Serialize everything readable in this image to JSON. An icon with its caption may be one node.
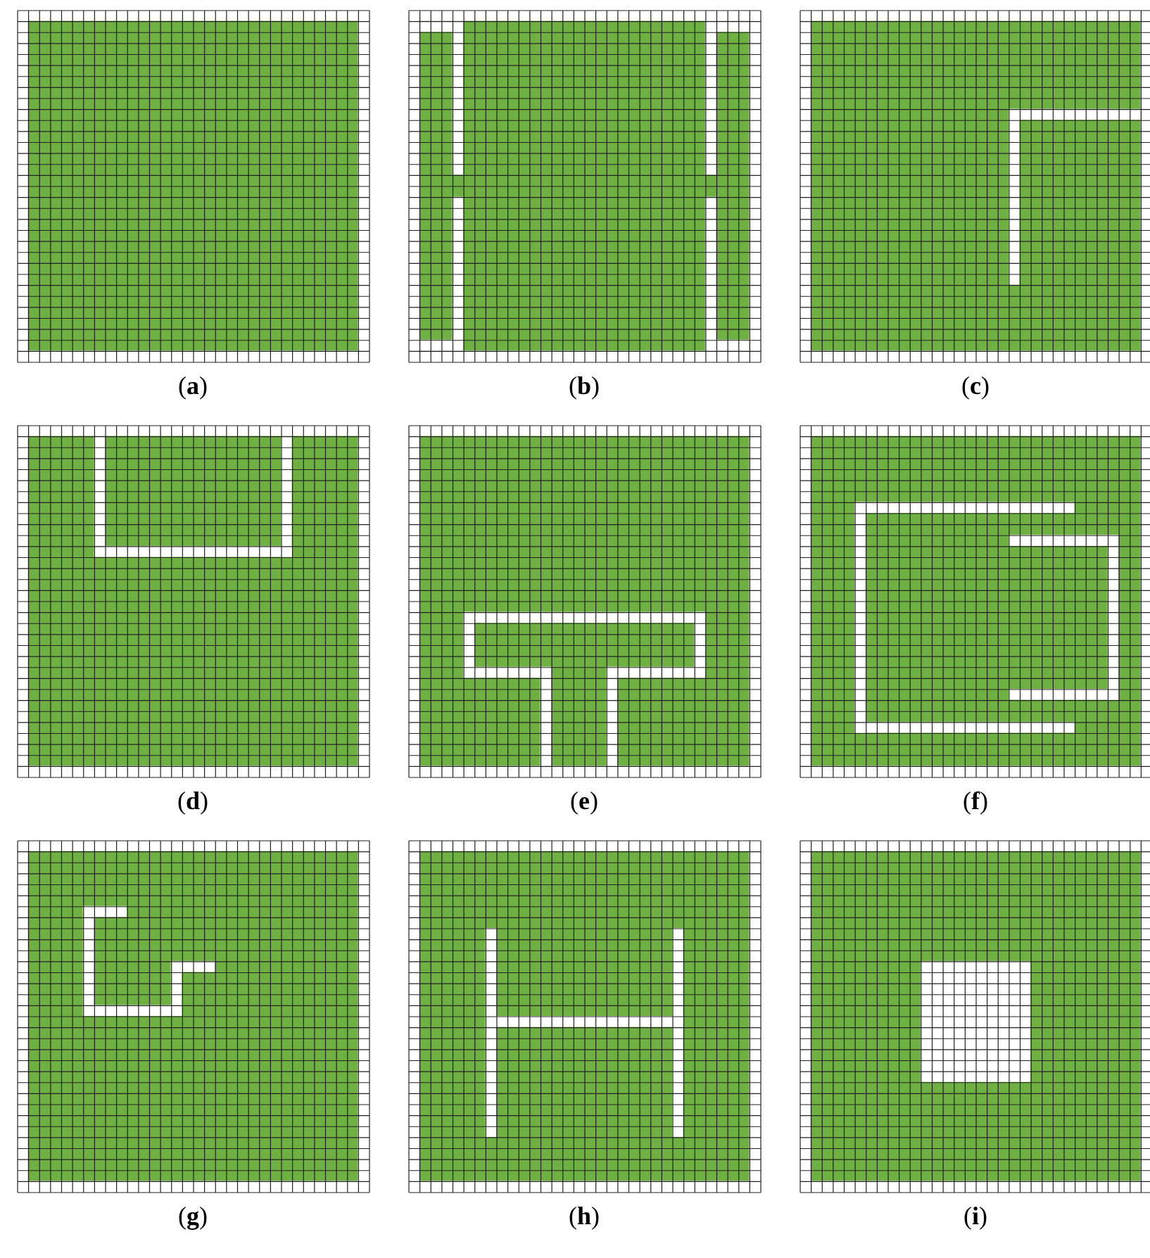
{
  "diagram": {
    "labels": [
      "(**a**)",
      "(**b**)",
      "(**c**)",
      "(**d**)",
      "(**e**)",
      "(**f**)",
      "(**g**)",
      "(**h**)",
      "(**i**)"
    ]
  }
}
